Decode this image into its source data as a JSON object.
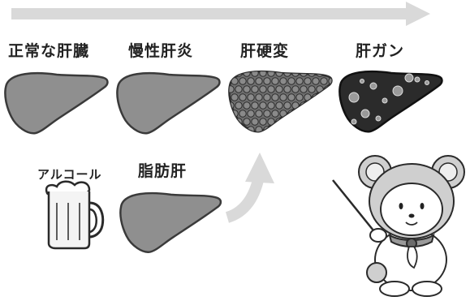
{
  "stages": [
    {
      "label": "正常な肝臓",
      "state": "normal"
    },
    {
      "label": "慢性肝炎",
      "state": "chronic"
    },
    {
      "label": "肝硬変",
      "state": "cirrhosis"
    },
    {
      "label": "肝ガン",
      "state": "cancer"
    }
  ],
  "cause": {
    "label": "アルコール"
  },
  "fatty": {
    "label": "脂肪肝"
  },
  "colors": {
    "arrow": "#d9d9d9",
    "liver_fill": "#8f8f8f",
    "liver_stroke": "#3a3a3a",
    "cancer_fill": "#2b2b2b",
    "mascot_fill": "#cfcfcf"
  }
}
